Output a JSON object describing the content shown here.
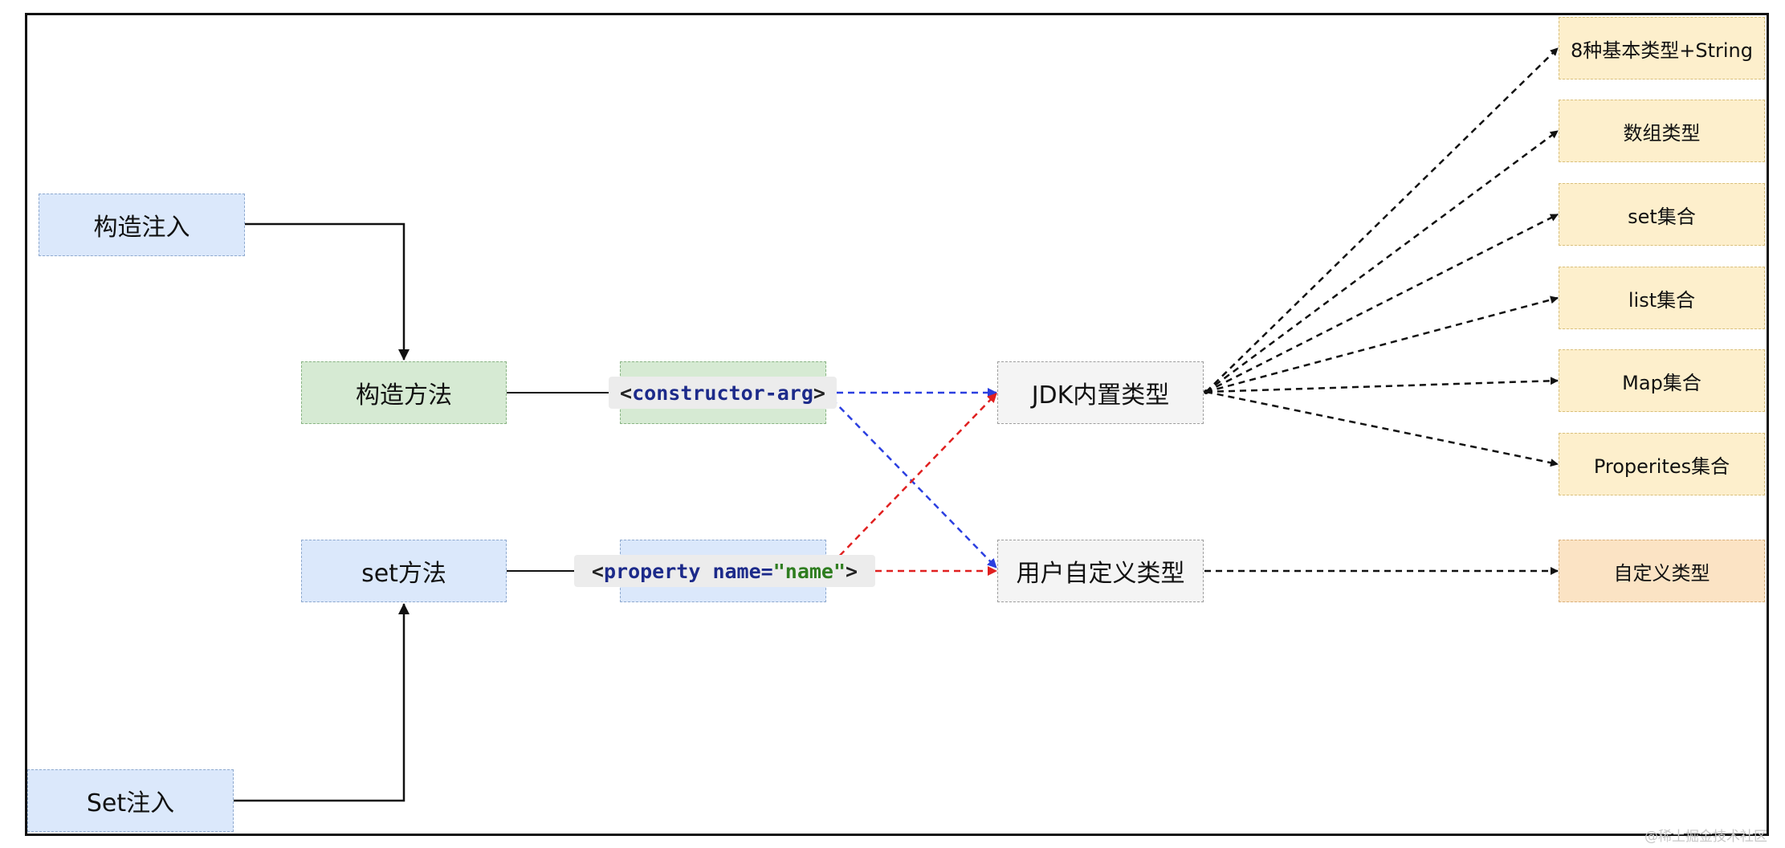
{
  "nodes": {
    "constructor_injection": "构造注入",
    "set_injection": "Set注入",
    "constructor_method": "构造方法",
    "set_method": "set方法",
    "jdk_builtin": "JDK内置类型",
    "user_defined": "用户自定义类型",
    "types": [
      "8种基本类型+String",
      "数组类型",
      "set集合",
      "list集合",
      "Map集合",
      "Properites集合"
    ],
    "custom_type": "自定义类型"
  },
  "code": {
    "constructor_arg": {
      "open": "<",
      "tag": "constructor-arg",
      "close": ">"
    },
    "property": {
      "open": "<",
      "tag": "property",
      "attr": "name=",
      "value": "\"name\"",
      "close": ">"
    }
  },
  "colors": {
    "blue_fill": "#dbe8fb",
    "green_fill": "#d6ead3",
    "gray_fill": "#f4f4f4",
    "yellow_fill": "#fdefcc",
    "orange_fill": "#fbe3c4",
    "blue_arrow": "#2b3fe0",
    "red_arrow": "#e02020",
    "black_arrow": "#111111"
  },
  "watermark": "@稀土掘金技术社区"
}
